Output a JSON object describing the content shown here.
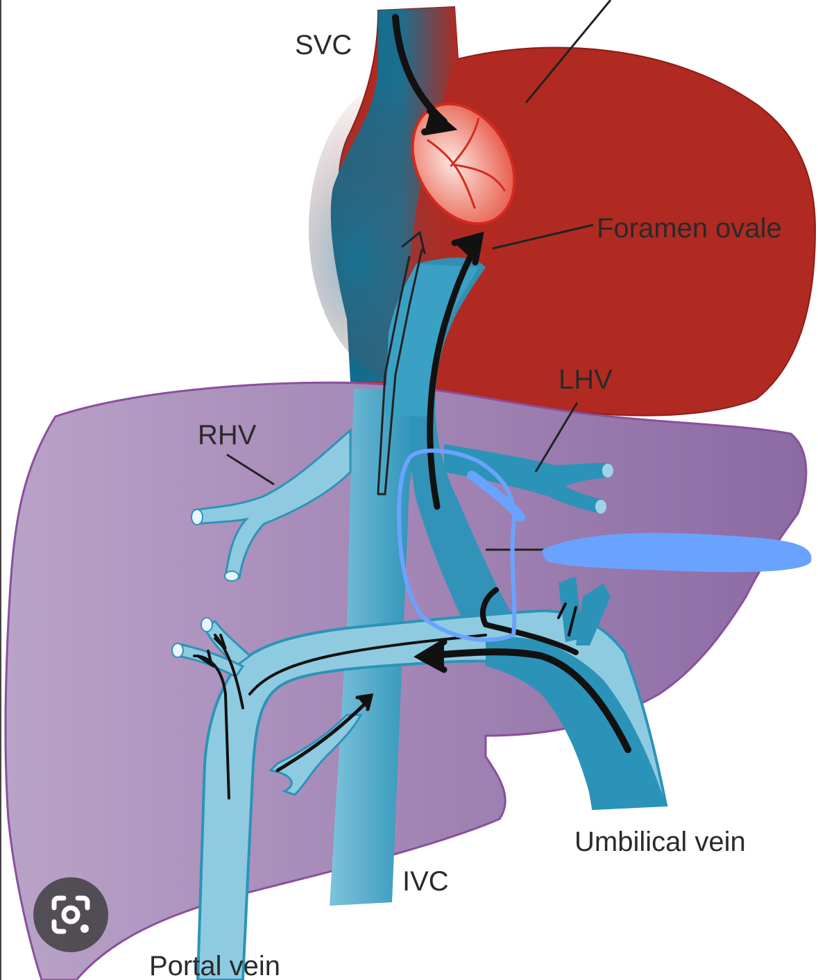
{
  "diagram": {
    "labels": {
      "svc": "SVC",
      "foramen_ovale": "Foramen ovale",
      "lhv": "LHV",
      "rhv": "RHV",
      "umbilical_vein": "Umbilical vein",
      "ivc": "IVC",
      "portal_vein": "Portal vein"
    }
  },
  "colors": {
    "heart": "#b02a22",
    "liver": "#a98cb7",
    "vessel": "#2c93b8",
    "vessel_light": "#8fcbe0",
    "highlight": "#6aa3ff"
  },
  "overlay": {
    "lens_button_icon": "visual-search-icon"
  }
}
